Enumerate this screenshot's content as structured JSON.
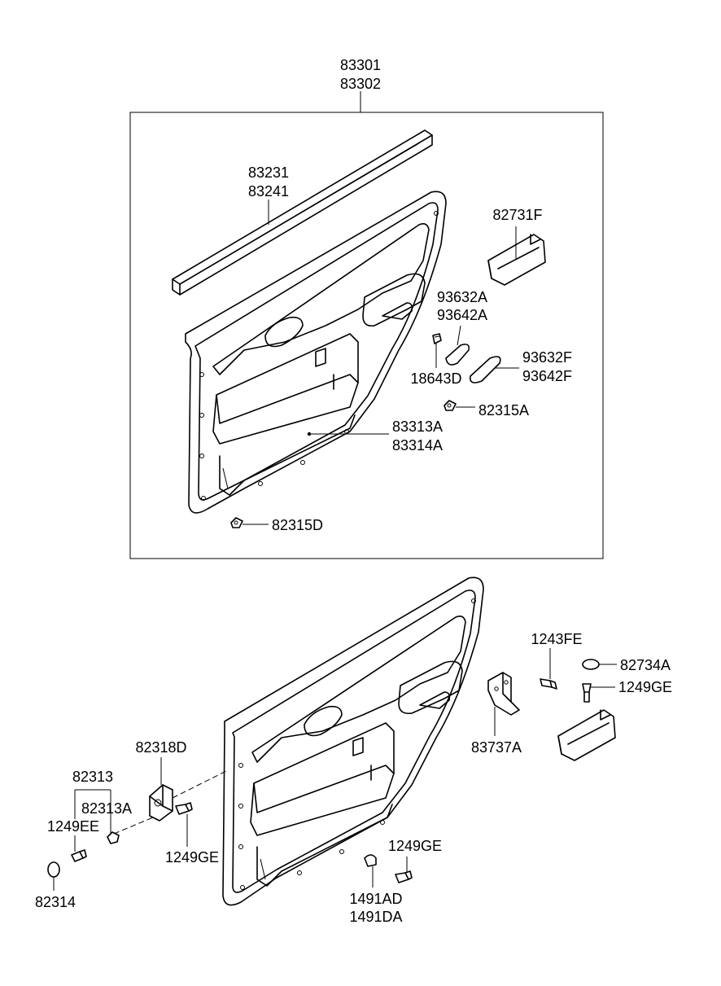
{
  "labels": {
    "l83301": "83301",
    "l83302": "83302",
    "l83231": "83231",
    "l83241": "83241",
    "l82731F": "82731F",
    "l93632A": "93632A",
    "l93642A": "93642A",
    "l93632F": "93632F",
    "l93642F": "93642F",
    "l18643D": "18643D",
    "l82315A": "82315A",
    "l83313A": "83313A",
    "l83314A": "83314A",
    "l82315D": "82315D",
    "l1243FE": "1243FE",
    "l82734A": "82734A",
    "l1249GE_a": "1249GE",
    "l83737A": "83737A",
    "l82318D": "82318D",
    "l82313": "82313",
    "l82313A": "82313A",
    "l1249EE": "1249EE",
    "l1249GE_b": "1249GE",
    "l82314": "82314",
    "l1249GE_c": "1249GE",
    "l1491AD": "1491AD",
    "l1491DA": "1491DA"
  }
}
